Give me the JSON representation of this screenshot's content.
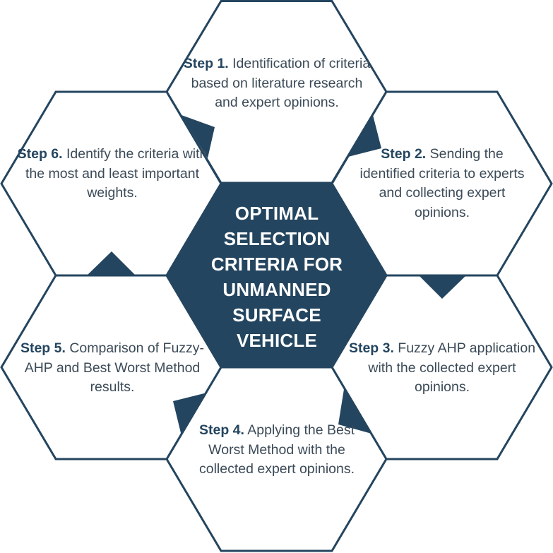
{
  "diagram": {
    "center": {
      "title_lines": [
        "OPTIMAL",
        "SELECTION",
        "CRITERIA FOR",
        "UNMANNED",
        "SURFACE",
        "VEHICLE"
      ]
    },
    "steps": [
      {
        "label": "Step 1.",
        "text": "Identification of criteria based on literature research and expert opinions."
      },
      {
        "label": "Step 2.",
        "text": "Sending the identified criteria to experts and collecting expert opinions."
      },
      {
        "label": "Step 3.",
        "text": "Fuzzy AHP application with the collected expert opinions."
      },
      {
        "label": "Step 4.",
        "text": "Applying the Best Worst Method with the collected expert opinions."
      },
      {
        "label": "Step 5.",
        "text": "Comparison of Fuzzy-AHP and Best Worst Method results."
      },
      {
        "label": "Step 6.",
        "text": "Identify the criteria with the most and least important weights."
      }
    ],
    "flow_direction": "clockwise",
    "colors": {
      "primary": "#24455f",
      "text": "#3b4a57",
      "background": "#ffffff"
    }
  }
}
